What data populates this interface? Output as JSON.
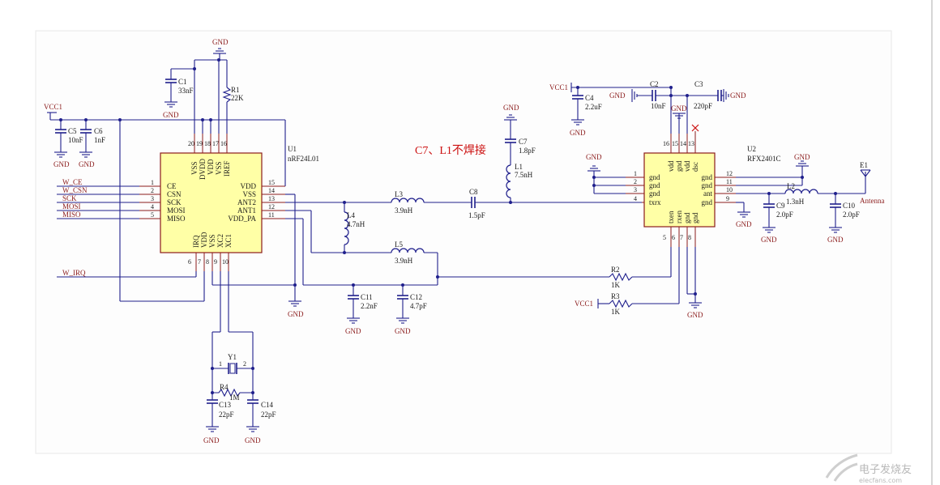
{
  "note": "C7、L1不焊接",
  "watermark": "电子发烧友",
  "watermark_url": "elecfans.com",
  "u1": {
    "designator": "U1",
    "part": "nRF24L01",
    "left_pins": [
      {
        "num": "1",
        "name": "CE"
      },
      {
        "num": "2",
        "name": "CSN"
      },
      {
        "num": "3",
        "name": "SCK"
      },
      {
        "num": "4",
        "name": "MOSI"
      },
      {
        "num": "5",
        "name": "MISO"
      }
    ],
    "right_pins": [
      {
        "num": "15",
        "name": "VDD"
      },
      {
        "num": "14",
        "name": "VSS"
      },
      {
        "num": "13",
        "name": "ANT2"
      },
      {
        "num": "12",
        "name": "ANT1"
      },
      {
        "num": "11",
        "name": "VDD_PA"
      }
    ],
    "top_pins": [
      {
        "num": "20",
        "name": "VSS"
      },
      {
        "num": "19",
        "name": "DVDD"
      },
      {
        "num": "18",
        "name": "VDD"
      },
      {
        "num": "17",
        "name": "VSS"
      },
      {
        "num": "16",
        "name": "IREF"
      }
    ],
    "bottom_pins": [
      {
        "num": "6",
        "name": "IRQ"
      },
      {
        "num": "7",
        "name": "VDD"
      },
      {
        "num": "8",
        "name": "VSS"
      },
      {
        "num": "9",
        "name": "XC2"
      },
      {
        "num": "10",
        "name": "XC1"
      }
    ]
  },
  "u2": {
    "designator": "U2",
    "part": "RFX2401C",
    "left_pins": [
      {
        "num": "1",
        "name": "gnd"
      },
      {
        "num": "2",
        "name": "gnd"
      },
      {
        "num": "3",
        "name": "gnd"
      },
      {
        "num": "4",
        "name": "txrx"
      }
    ],
    "right_pins": [
      {
        "num": "12",
        "name": "gnd"
      },
      {
        "num": "11",
        "name": "gnd"
      },
      {
        "num": "10",
        "name": "ant"
      },
      {
        "num": "9",
        "name": "gnd"
      }
    ],
    "top_pins": [
      {
        "num": "16",
        "name": "vdd"
      },
      {
        "num": "15",
        "name": "gnd"
      },
      {
        "num": "14",
        "name": "vdd"
      },
      {
        "num": "13",
        "name": "dsc"
      }
    ],
    "bottom_pins": [
      {
        "num": "5",
        "name": "txen"
      },
      {
        "num": "6",
        "name": "rxen"
      },
      {
        "num": "7",
        "name": "gnd"
      },
      {
        "num": "8",
        "name": "gnd"
      }
    ]
  },
  "nets": {
    "w_ce": "W_CE",
    "w_csn": "W_CSN",
    "sck": "SCK",
    "mosi": "MOSI",
    "miso": "MISO",
    "w_irq": "W_IRQ",
    "vcc1": "VCC1",
    "gnd": "GND",
    "antenna": "Antenna"
  },
  "components": {
    "c1": {
      "ref": "C1",
      "value": "33nF"
    },
    "r1": {
      "ref": "R1",
      "value": "22K"
    },
    "c5": {
      "ref": "C5",
      "value": "10nF"
    },
    "c6": {
      "ref": "C6",
      "value": "1nF"
    },
    "l4": {
      "ref": "L4",
      "value": "4.7nH"
    },
    "l3": {
      "ref": "L3",
      "value": "3.9nH"
    },
    "l5": {
      "ref": "L5",
      "value": "3.9nH"
    },
    "c8": {
      "ref": "C8",
      "value": "1.5pF"
    },
    "c7": {
      "ref": "C7",
      "value": "1.8pF"
    },
    "l1": {
      "ref": "L1",
      "value": "7.5nH"
    },
    "c11": {
      "ref": "C11",
      "value": "2.2nF"
    },
    "c12": {
      "ref": "C12",
      "value": "4.7pF"
    },
    "y1": {
      "ref": "Y1"
    },
    "r4": {
      "ref": "R4",
      "value": "1M"
    },
    "c13": {
      "ref": "C13",
      "value": "22pF"
    },
    "c14": {
      "ref": "C14",
      "value": "22pF"
    },
    "c4": {
      "ref": "C4",
      "value": "2.2uF"
    },
    "c2": {
      "ref": "C2",
      "value": "10nF"
    },
    "c3": {
      "ref": "C3",
      "value": "220pF"
    },
    "r2": {
      "ref": "R2",
      "value": "1K"
    },
    "r3": {
      "ref": "R3",
      "value": "1K"
    },
    "l2": {
      "ref": "L2",
      "value": "1.3nH"
    },
    "c9": {
      "ref": "C9",
      "value": "2.0pF"
    },
    "c10": {
      "ref": "C10",
      "value": "2.0pF"
    },
    "e1": {
      "ref": "E1"
    }
  },
  "y1_pins": {
    "p1": "1",
    "p2": "2"
  },
  "u2_extra_pins": {
    "p5": "5",
    "p6": "6",
    "p7": "7",
    "p8": "8"
  }
}
